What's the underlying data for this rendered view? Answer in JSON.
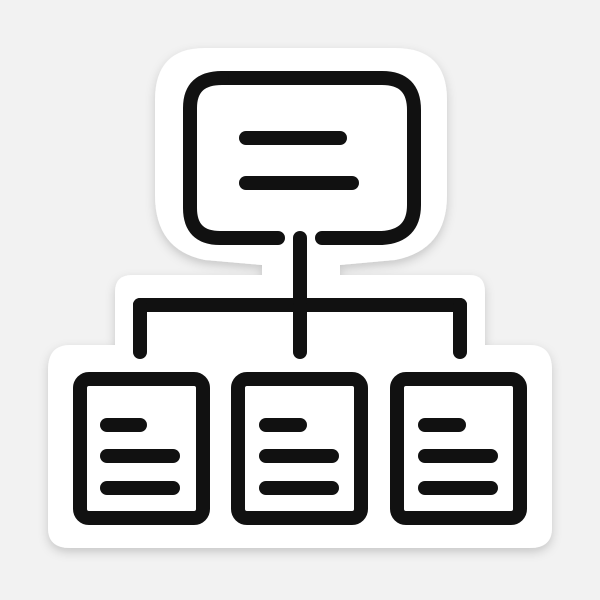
{
  "sticker": {
    "icon": "org-chart-icon",
    "colors": {
      "background": "#f2f2f2",
      "sticker": "#ffffff",
      "ink": "#111111"
    },
    "parent_node": {
      "icon": "document-lines-icon",
      "line_count": 2
    },
    "child_nodes": [
      {
        "icon": "document-lines-icon",
        "line_count": 3
      },
      {
        "icon": "document-lines-icon",
        "line_count": 3
      },
      {
        "icon": "document-lines-icon",
        "line_count": 3
      }
    ]
  }
}
